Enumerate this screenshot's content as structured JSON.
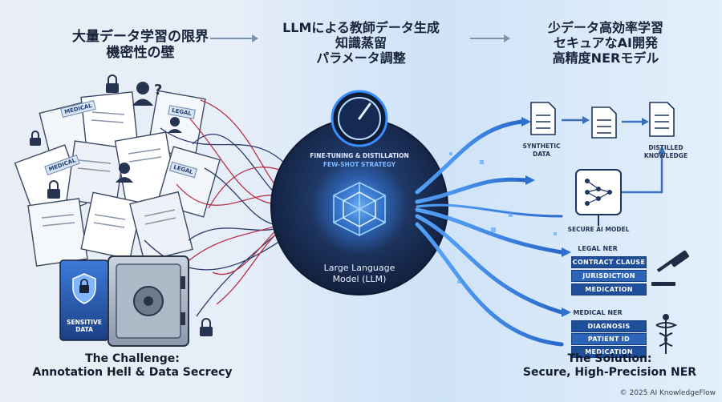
{
  "header": {
    "left_lines": [
      "大量データ学習の限界",
      "機密性の壁"
    ],
    "center_lines": [
      "LLMによる教師データ生成",
      "知識蒸留",
      "パラメータ調整"
    ],
    "right_lines": [
      "少データ高効率学習",
      "セキュアなAI開発",
      "高精度NERモデル"
    ]
  },
  "challenge": {
    "doc_tags": [
      "MEDICAL",
      "LEGAL",
      "MEDICAL",
      "LEGAL"
    ],
    "vault_label_lines": [
      "SENSITIVE",
      "DATA"
    ],
    "caption_lines": [
      "The Challenge:",
      "Annotation Hell & Data Secrecy"
    ]
  },
  "center": {
    "dial_lines": [
      "FINE-TUNING & DISTILLATION",
      "FEW-SHOT STRATEGY"
    ],
    "llm_lines": [
      "Large Language",
      "Model (LLM)"
    ]
  },
  "solution": {
    "synthetic_lines": [
      "SYNTHETIC",
      "DATA"
    ],
    "distilled_lines": [
      "DISTILLED",
      "KNOWLEDGE"
    ],
    "secure_model": "SECURE AI MODEL",
    "legal_ner": {
      "title": "LEGAL NER",
      "items": [
        "CONTRACT CLAUSE",
        "JURISDICTION",
        "MEDICATION"
      ]
    },
    "medical_ner": {
      "title": "MEDICAL NER",
      "items": [
        "DIAGNOSIS",
        "PATIENT ID",
        "MEDICATION"
      ]
    },
    "caption_lines": [
      "The Solution:",
      "Secure, High-Precision NER"
    ]
  },
  "footer": {
    "copyright": "© 2025 AI KnowledgeFlow"
  },
  "colors": {
    "navy": "#16233a",
    "accent_blue": "#1f4f9b",
    "glow_blue": "#3a8dff",
    "curve_red": "#b8334a",
    "curve_navy": "#2a3c6a"
  }
}
